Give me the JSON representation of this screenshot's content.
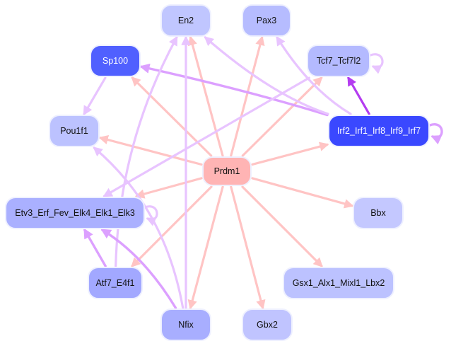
{
  "diagram": {
    "type": "regulatory-network",
    "colors": {
      "edge_activation": "#ffc4c4",
      "edge_regulation_light": "#e8c4ff",
      "edge_regulation_medium": "#dca0ff",
      "edge_regulation_strong": "#b43cf0",
      "label_dark": "#111111",
      "label_light": "#ffffff"
    },
    "nodes": [
      {
        "id": "en2",
        "label": "En2",
        "fill": "#c0c6ff",
        "text": "dark"
      },
      {
        "id": "pax3",
        "label": "Pax3",
        "fill": "#b6bcff",
        "text": "dark"
      },
      {
        "id": "sp100",
        "label": "Sp100",
        "fill": "#5060ff",
        "text": "light"
      },
      {
        "id": "tcf7",
        "label": "Tcf7_Tcf7l2",
        "fill": "#b4baff",
        "text": "dark"
      },
      {
        "id": "pou1f1",
        "label": "Pou1f1",
        "fill": "#bcc2ff",
        "text": "dark"
      },
      {
        "id": "irf",
        "label": "Irf2_Irf1_Irf8_Irf9_Irf7",
        "fill": "#3a48ff",
        "text": "light"
      },
      {
        "id": "prdm1",
        "label": "Prdm1",
        "fill": "#ffb4b4",
        "text": "dark"
      },
      {
        "id": "etv3",
        "label": "Etv3_Erf_Fev_Elk4_Elk1_Elk3",
        "fill": "#aab0ff",
        "text": "dark"
      },
      {
        "id": "bbx",
        "label": "Bbx",
        "fill": "#c4c8ff",
        "text": "dark"
      },
      {
        "id": "atf7",
        "label": "Atf7_E4f1",
        "fill": "#a2a8ff",
        "text": "dark"
      },
      {
        "id": "gsx1",
        "label": "Gsx1_Alx1_Mixl1_Lbx2",
        "fill": "#bcc2ff",
        "text": "dark"
      },
      {
        "id": "nfix",
        "label": "Nfix",
        "fill": "#a8aeff",
        "text": "dark"
      },
      {
        "id": "gbx2",
        "label": "Gbx2",
        "fill": "#c0c4ff",
        "text": "dark"
      }
    ],
    "edges": [
      {
        "from": "prdm1",
        "to": "en2",
        "kind": "activation"
      },
      {
        "from": "prdm1",
        "to": "pax3",
        "kind": "activation"
      },
      {
        "from": "prdm1",
        "to": "sp100",
        "kind": "activation"
      },
      {
        "from": "prdm1",
        "to": "tcf7",
        "kind": "activation"
      },
      {
        "from": "prdm1",
        "to": "pou1f1",
        "kind": "activation"
      },
      {
        "from": "prdm1",
        "to": "irf",
        "kind": "activation"
      },
      {
        "from": "prdm1",
        "to": "etv3",
        "kind": "activation"
      },
      {
        "from": "prdm1",
        "to": "bbx",
        "kind": "activation"
      },
      {
        "from": "prdm1",
        "to": "atf7",
        "kind": "activation"
      },
      {
        "from": "prdm1",
        "to": "gsx1",
        "kind": "activation"
      },
      {
        "from": "prdm1",
        "to": "nfix",
        "kind": "activation"
      },
      {
        "from": "prdm1",
        "to": "gbx2",
        "kind": "activation"
      },
      {
        "from": "irf",
        "to": "sp100",
        "kind": "regulation_medium"
      },
      {
        "from": "irf",
        "to": "tcf7",
        "kind": "regulation_strong"
      },
      {
        "from": "irf",
        "to": "irf",
        "kind": "regulation_medium"
      },
      {
        "from": "irf",
        "to": "en2",
        "kind": "regulation_light"
      },
      {
        "from": "irf",
        "to": "pax3",
        "kind": "regulation_light"
      },
      {
        "from": "tcf7",
        "to": "tcf7",
        "kind": "regulation_light"
      },
      {
        "from": "tcf7",
        "to": "etv3",
        "kind": "regulation_light"
      },
      {
        "from": "sp100",
        "to": "pou1f1",
        "kind": "regulation_light"
      },
      {
        "from": "etv3",
        "to": "etv3",
        "kind": "regulation_light"
      },
      {
        "from": "atf7",
        "to": "etv3",
        "kind": "regulation_medium"
      },
      {
        "from": "atf7",
        "to": "en2",
        "kind": "regulation_light"
      },
      {
        "from": "nfix",
        "to": "etv3",
        "kind": "regulation_medium"
      },
      {
        "from": "nfix",
        "to": "pou1f1",
        "kind": "regulation_light"
      },
      {
        "from": "nfix",
        "to": "en2",
        "kind": "regulation_light"
      }
    ]
  }
}
